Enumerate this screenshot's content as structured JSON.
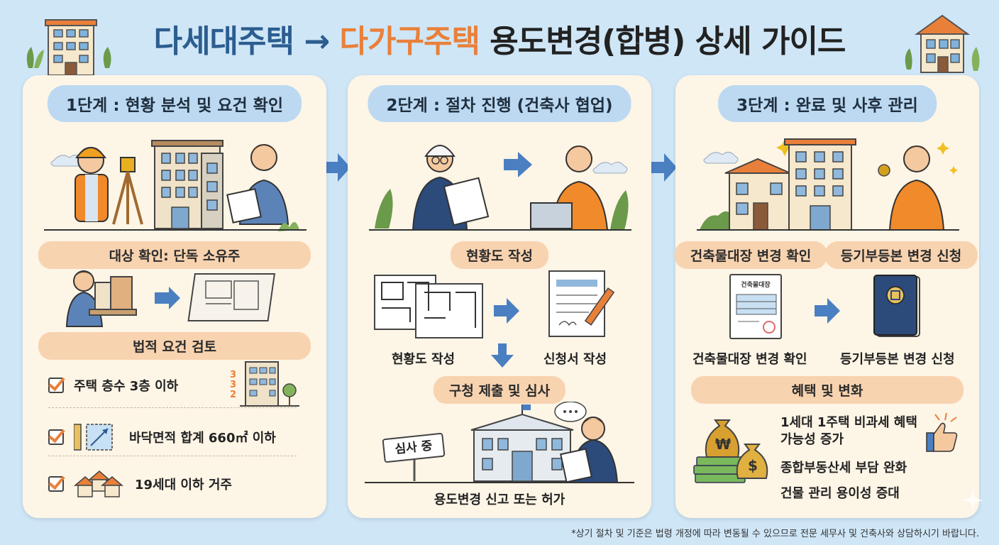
{
  "title": {
    "part1": "다세대주택",
    "arrow": "→",
    "part2": "다가구주택",
    "part3": "용도변경(합병) 상세 가이드"
  },
  "stage1": {
    "title": "1단계 : 현황 분석 및 요건 확인",
    "target_section": "대상 확인: 단독 소유주",
    "legal_section": "법적 요건 검토",
    "floor_marks": [
      "3",
      "3",
      "2"
    ],
    "requirements": [
      "주택 층수 3층 이하",
      "바닥면적 합계 660㎡ 이하",
      "19세대 이하 거주"
    ]
  },
  "stage2": {
    "title": "2단계 : 절차 진행 (건축사 협업)",
    "drawing_section": "현황도 작성",
    "drawing_label": "현황도 작성",
    "application_label": "신청서 작성",
    "submit_section": "구청 제출 및 심사",
    "review_sign": "심사 중",
    "final_label": "용도변경 신고 또는 허가"
  },
  "stage3": {
    "title": "3단계 : 완료 및 사후 관리",
    "pill_left": "건축물대장 변경 확인",
    "pill_right": "등기부등본 변경 신청",
    "doc_header": "건축물대장",
    "label_left": "건축물대장 변경 확인",
    "label_right": "등기부등본 변경 신청",
    "benefit_section": "혜택 및 변화",
    "benefits": [
      "1세대 1주택 비과세 혜택\n가능성 증가",
      "종합부동산세 부담 완화",
      "건물 관리 용이성 증대"
    ],
    "money_symbols": [
      "₩",
      "$"
    ]
  },
  "footnote": "*상기 절차 및 기준은 법령 개정에 따라 변동될 수 있으므로 전문 세무사 및 건축사와 상담하시기 바랍니다.",
  "colors": {
    "background": "#cfe6f7",
    "panel": "#fdf5e6",
    "stage_pill": "#bcd9f1",
    "section_pill": "#f8d3b0",
    "accent_orange": "#e9803a",
    "title_blue": "#2c5d8f",
    "arrow_blue": "#4a7fc1"
  }
}
